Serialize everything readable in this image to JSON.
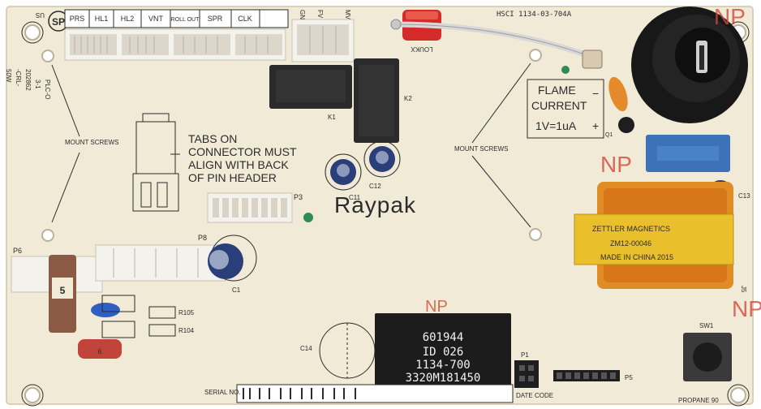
{
  "board": {
    "part_number": "HSCI 1134-03-704A",
    "brand": "Raypak",
    "csa_mark": "SP",
    "us_mark": "US",
    "side_text": [
      "-CRL-",
      "3-1",
      "PLC-O",
      "202862",
      "50W"
    ]
  },
  "connector_labels": [
    "PRS",
    "HL1",
    "HL2",
    "VNT",
    "ROLL OUT",
    "SPR",
    "CLK"
  ],
  "small_labels": [
    "GND",
    "FV",
    "MV"
  ],
  "lockout_label": "LOUKX",
  "relay_labels": [
    "K1",
    "K2"
  ],
  "notes": {
    "tabs_lines": [
      "TABS ON",
      "CONNECTOR MUST",
      "ALIGN WITH BACK",
      "OF PIN HEADER"
    ],
    "mount_screws": "MOUNT SCREWS"
  },
  "flame_box": {
    "line1": "FLAME",
    "line2": "CURRENT",
    "line3": "1V=1uA",
    "minus": "−",
    "plus": "+"
  },
  "np_marks": [
    "NP",
    "NP",
    "NP",
    "NP"
  ],
  "components": {
    "c11": "C11",
    "c12": "C12",
    "c13": "C13",
    "c1": "C1",
    "c14": "C14",
    "p3": "P3",
    "p6": "P6",
    "p8": "P8",
    "p1": "P1",
    "p5": "P5",
    "q1": "Q1",
    "sw1": "SW1",
    "j5": "J5",
    "r105": "R105",
    "r104": "R104",
    "fuse_label": "5",
    "cap_small": "6"
  },
  "transformer": {
    "line1": "ZETTLER MAGNETICS",
    "line2": "ZM12-00046",
    "line3": "MADE IN CHINA  2015"
  },
  "chip": {
    "line1": "601944",
    "line2": "ID 026",
    "line3": "1134-700",
    "line4": "3320M181450"
  },
  "bottom": {
    "serial_label": "SERIAL NO.",
    "date_code": "DATE CODE",
    "propane": "PROPANE 90"
  },
  "colors": {
    "pcb": "#f1ead6",
    "silkscreen": "#2b2b2b",
    "connector": "#f4f2ec",
    "relay": "#2a2a2a",
    "transformer": "#e9c02c",
    "capacitor_blue": "#2f4fa0",
    "film_cap": "#3d72b8",
    "fuse": "#8a5a44",
    "led_red": "#d52a2a",
    "chip": "#1c1c1c"
  }
}
